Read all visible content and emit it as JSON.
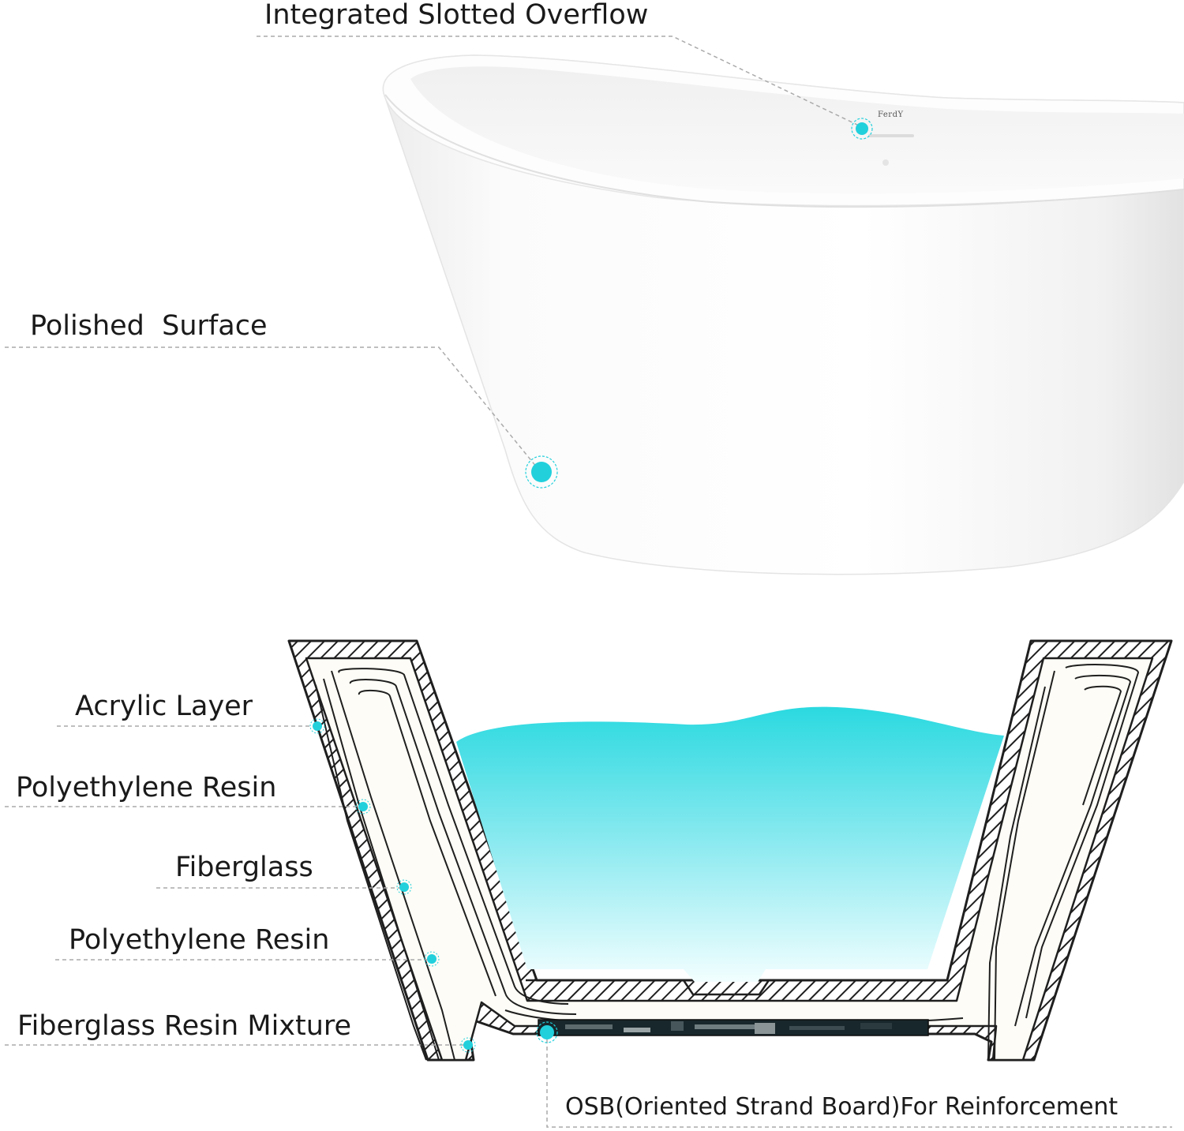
{
  "top_callouts": {
    "overflow_label": "Integrated Slotted Overflow",
    "surface_label": "Polished  Surface"
  },
  "brand": {
    "logo_text": "FerdY"
  },
  "layers": {
    "acrylic": "Acrylic Layer",
    "polyethylene_1": "Polyethylene Resin",
    "fiberglass": "Fiberglass",
    "polyethylene_2": "Polyethylene Resin",
    "mixture": "Fiberglass Resin Mixture",
    "osb": "OSB(Oriented Strand Board)For Reinforcement"
  },
  "colors": {
    "accent": "#22d0dc",
    "water_top": "#2bd9e0",
    "water_bottom": "#f2feff",
    "tub_white": "#ffffff",
    "core_fill": "#fdfcf6",
    "line_dark": "#1f1f1f",
    "leader": "#aaaaaa"
  }
}
